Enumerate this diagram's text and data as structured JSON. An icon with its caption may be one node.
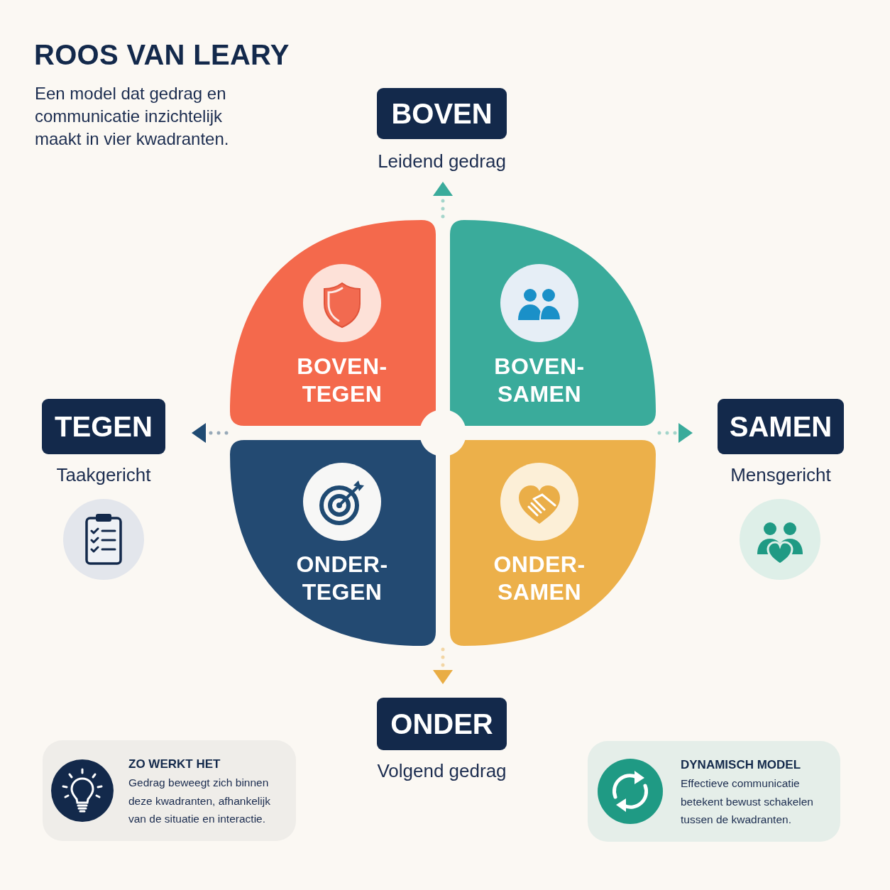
{
  "diagram": {
    "title": "ROOS VAN LEARY",
    "nodes": [
      {
        "text": [
          "BOVEN"
        ],
        "beside": [
          "Leidend gedrag"
        ]
      },
      {
        "text": [
          "BOVEN-TEGEN"
        ]
      },
      {
        "text": [
          "BOVEN-SAMEN"
        ]
      },
      {
        "text": [
          "TEGEN"
        ],
        "beside": [
          "Taakgericht"
        ]
      },
      {
        "text": [
          "SAMEN"
        ],
        "beside": [
          "Mensgericht"
        ]
      },
      {
        "text": [
          "ONDER-TEGEN"
        ]
      },
      {
        "text": [
          "ONDER-SAMEN"
        ]
      },
      {
        "text": [
          "ONDER"
        ],
        "beside": [
          "Volgend gedrag"
        ]
      },
      {
        "text": [
          "ZO WERKT HET",
          "Gedrag beweegt zich binnen deze kwadranten, afhankelijk van de situatie en interactie."
        ]
      },
      {
        "text": [
          "DYNAMISCH MODEL",
          "Effectieve communicatie betekent bewust schakelen tussen de kwadranten."
        ]
      }
    ],
    "edges": [
      {
        "from": null,
        "to": 0,
        "arrow": "to",
        "style": "dashed"
      },
      {
        "from": null,
        "to": 4,
        "arrow": "to",
        "style": "dashed"
      },
      {
        "from": null,
        "to": 7,
        "arrow": "to",
        "style": "dashed",
        "color": "#e9ad44"
      },
      {
        "from": null,
        "to": 3,
        "arrow": "to",
        "style": "dashed",
        "color": "#1f4a72"
      }
    ],
    "labels": [
      "Een model dat gedrag en communicatie inzichtelijk maakt in vier kwadranten."
    ]
  }
}
